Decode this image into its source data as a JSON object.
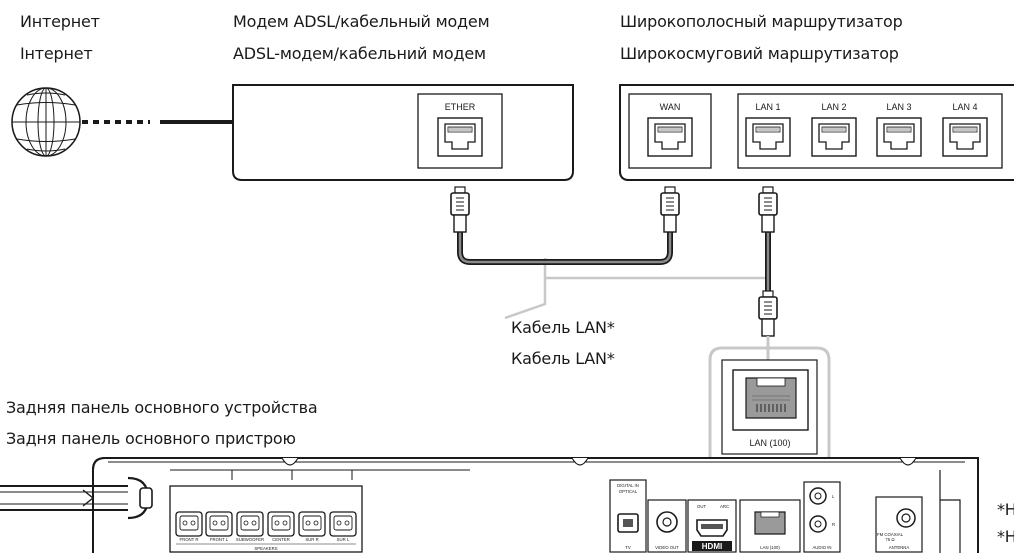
{
  "labels": {
    "internet_ru": "Интернет",
    "internet_uk": "Інтернет",
    "modem_ru": "Модем ADSL/кабельный модем",
    "modem_uk": "ADSL-модем/кабельний модем",
    "router_ru": "Широкополосный маршрутизатор",
    "router_uk": "Широкосмуговий маршрутизатор",
    "cable_ru": "Кабель LAN*",
    "cable_uk": "Кабель LAN*",
    "rear_ru": "Задняя панель основного устройства",
    "rear_uk": "Задня панель основного пристрою",
    "footnote_1": "*Н",
    "footnote_2": "*Н"
  },
  "modem": {
    "port": "ETHER"
  },
  "router": {
    "ports": [
      "WAN",
      "LAN 1",
      "LAN 2",
      "LAN 3",
      "LAN 4"
    ]
  },
  "unit": {
    "zoom_port": "LAN (100)",
    "speaker_terminals": [
      "FRONT R",
      "FRONT L",
      "SUBWOOFER",
      "CENTER",
      "SUR R",
      "SUR L"
    ],
    "speakers_label": "SPEAKERS",
    "optical_top": "DIGITAL IN",
    "optical_bottom": "OPTICAL",
    "tv": "TV",
    "video_out": "VIDEO OUT",
    "hdmi_out": "OUT",
    "hdmi_arc": "ARC",
    "hdmi": "HDMI",
    "lan_small": "LAN (100)",
    "audio_in": "AUDIO IN",
    "audio_l": "L",
    "audio_r": "R",
    "antenna_top": "FM COAXIAL",
    "antenna_ohm": "75 Ω",
    "antenna": "ANTENNA"
  },
  "colors": {
    "line": "#1a1a1a",
    "cable_gray": "#c8c8c8",
    "jack_fill": "#9a9a9a"
  },
  "icons": [
    "globe-icon",
    "ethernet-port-icon",
    "rj45-plug-icon"
  ]
}
